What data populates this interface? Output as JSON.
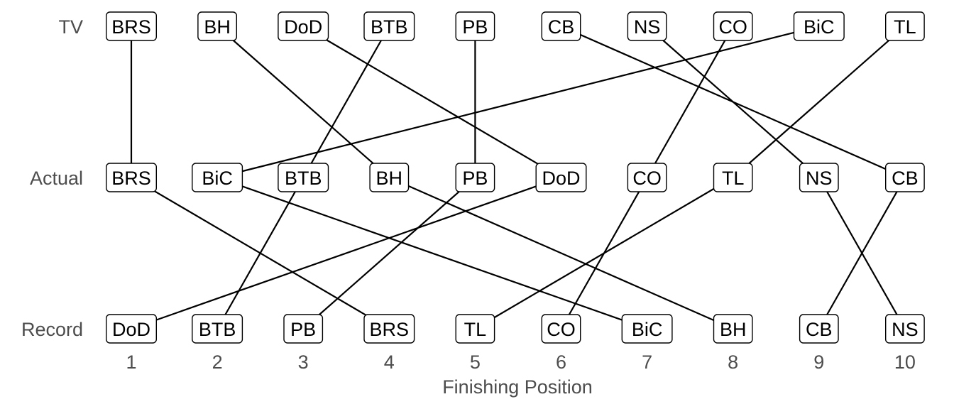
{
  "chart_data": {
    "type": "bump",
    "xlabel": "Finishing Position",
    "positions": [
      1,
      2,
      3,
      4,
      5,
      6,
      7,
      8,
      9,
      10
    ],
    "rows": [
      {
        "name": "TV",
        "order": [
          "BRS",
          "BH",
          "DoD",
          "BTB",
          "PB",
          "CB",
          "NS",
          "CO",
          "BiC",
          "TL"
        ]
      },
      {
        "name": "Actual",
        "order": [
          "BRS",
          "BiC",
          "BTB",
          "BH",
          "PB",
          "DoD",
          "CO",
          "TL",
          "NS",
          "CB"
        ]
      },
      {
        "name": "Record",
        "order": [
          "DoD",
          "BTB",
          "PB",
          "BRS",
          "TL",
          "CO",
          "BiC",
          "BH",
          "CB",
          "NS"
        ]
      }
    ],
    "connections": "lines join the same item between adjacent rows (TV to Actual, Actual to Record)"
  }
}
